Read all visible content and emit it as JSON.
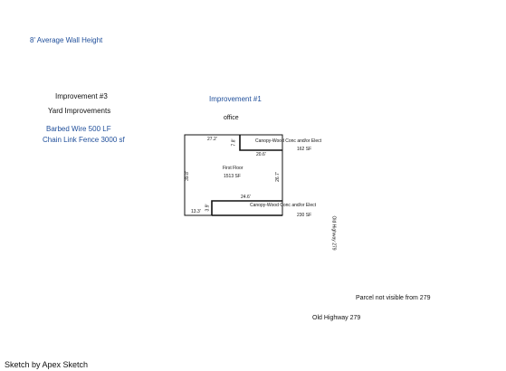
{
  "header": {
    "wall_height_note": "8' Average Wall Height"
  },
  "improvement3": {
    "title": "Improvement #3",
    "subtitle": "Yard Improvements",
    "items": [
      "Barbed Wire  500 LF",
      "Chain Link Fence  3000 sf"
    ]
  },
  "improvement1": {
    "title": "Improvement #1",
    "use": "office"
  },
  "sketch": {
    "main_area_label": "First Floor",
    "main_area_sf": "1513 SF",
    "dim_top": "27.2'",
    "dim_notch_vertical": "7.8'",
    "dim_notch_horizontal": "20.6'",
    "dim_left": "39.8'",
    "dim_right": "26.7'",
    "dim_bottom_inner": "24.6'",
    "dim_bottom_left": "13.3'",
    "dim_bottom_step": "3.9'",
    "canopy1_label": "Canopy-Wood Conc and/or Elect",
    "canopy1_sf": "162 SF",
    "canopy2_label": "Canopy-Wood Conc and/or Elect",
    "canopy2_sf": "230 SF",
    "road_label": "Old Highway 279"
  },
  "notes": {
    "parcel_note": "Parcel not visible from 279",
    "road_name": "Old Highway 279"
  },
  "footer": {
    "credit": "Sketch by Apex Sketch"
  }
}
